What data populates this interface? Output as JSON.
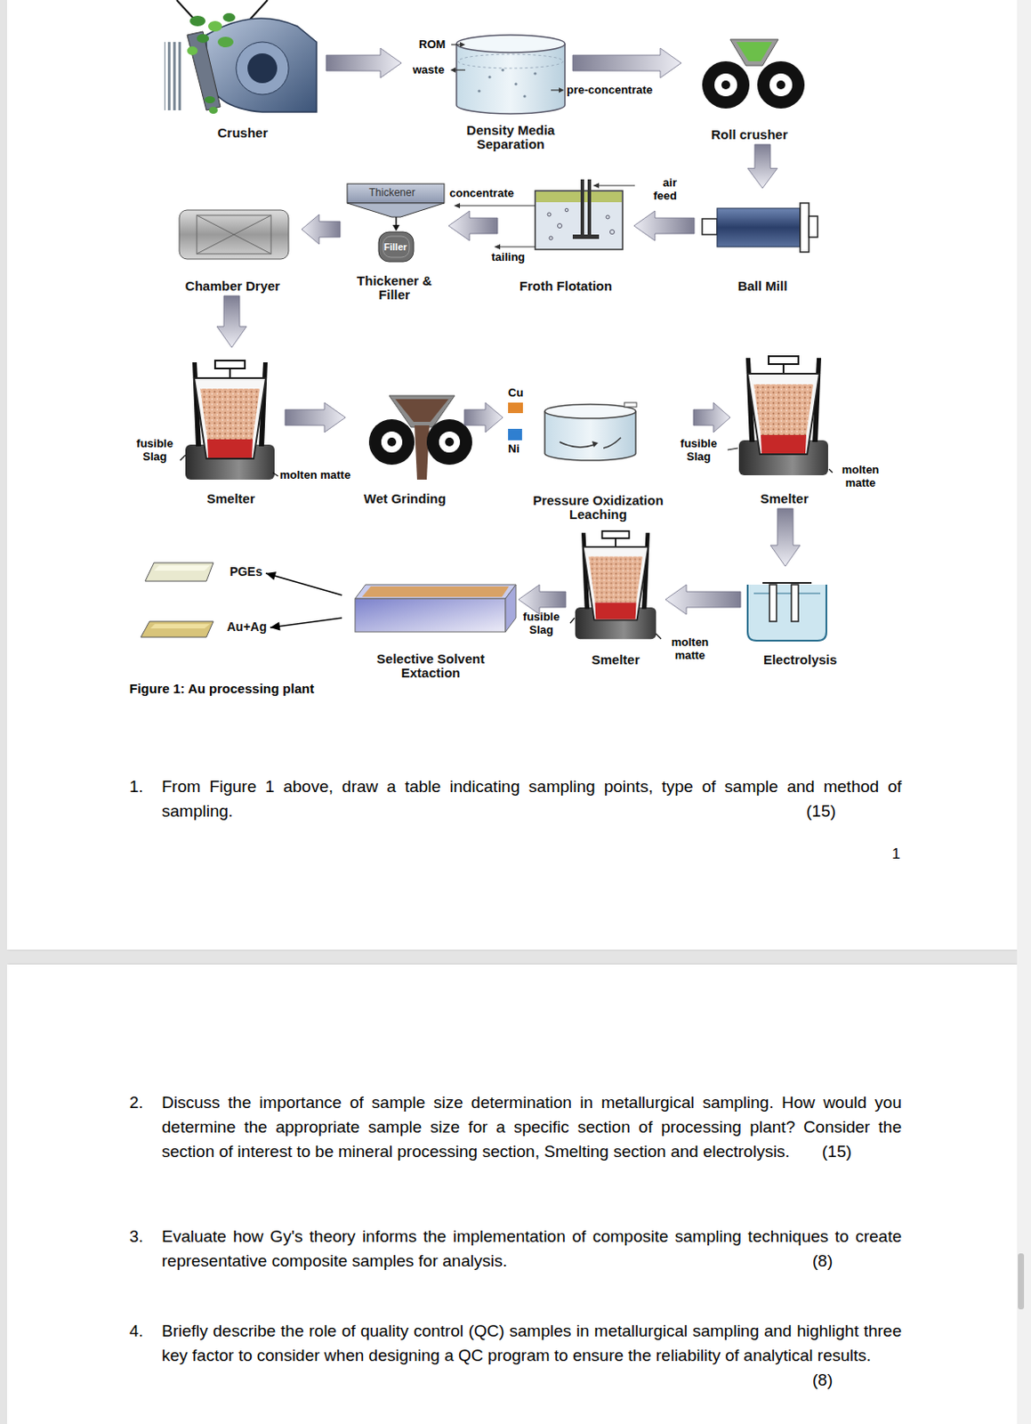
{
  "diagram": {
    "caption": "Figure 1: Au processing plant",
    "nodes": [
      {
        "text": [
          "Crusher"
        ]
      },
      {
        "text": [
          "Density Media Separation"
        ]
      },
      {
        "text": [
          "Roll crusher"
        ]
      },
      {
        "text": [
          "Ball Mill"
        ]
      },
      {
        "text": [
          "Froth Flotation"
        ]
      },
      {
        "text": [
          "Thickener & Filler"
        ]
      },
      {
        "text": [
          "Chamber Dryer"
        ]
      },
      {
        "text": [
          "Smelter"
        ]
      },
      {
        "text": [
          "Wet Grinding"
        ]
      },
      {
        "text": [
          "Pressure Oxidization Leaching"
        ]
      },
      {
        "text": [
          "Smelter"
        ]
      },
      {
        "text": [
          "Electrolysis"
        ]
      },
      {
        "text": [
          "Smelter"
        ]
      },
      {
        "text": [
          "Selective Solvent Extaction"
        ]
      },
      {
        "text": [
          "PGEs"
        ]
      },
      {
        "text": [
          "Au+Ag"
        ]
      }
    ],
    "edges": [
      {
        "from": 0,
        "to": 1,
        "arrow": "to"
      },
      {
        "from": 1,
        "to": 2,
        "arrow": "to"
      },
      {
        "from": 2,
        "to": 3,
        "arrow": "to"
      },
      {
        "from": 3,
        "to": 4,
        "arrow": "to"
      },
      {
        "from": 4,
        "to": 5,
        "arrow": "to"
      },
      {
        "from": 5,
        "to": 6,
        "arrow": "to"
      },
      {
        "from": 6,
        "to": 7,
        "arrow": "to"
      },
      {
        "from": 7,
        "to": 8,
        "arrow": "to"
      },
      {
        "from": 8,
        "to": 9,
        "arrow": "to"
      },
      {
        "from": 9,
        "to": 10,
        "arrow": "to"
      },
      {
        "from": 10,
        "to": 11,
        "arrow": "to"
      },
      {
        "from": 11,
        "to": 12,
        "arrow": "to"
      },
      {
        "from": 12,
        "to": 13,
        "arrow": "to"
      },
      {
        "from": 13,
        "to": 14,
        "arrow": "to"
      },
      {
        "from": 13,
        "to": 15,
        "arrow": "to"
      }
    ],
    "labels": [
      "ROM",
      "waste",
      "pre-concentrate",
      "Thickener",
      "Filler",
      "concentrate",
      "air feed",
      "tailing",
      "fusible Slag",
      "molten matte",
      "Cu",
      "Ni",
      "fusible Slag",
      "molten matte",
      "fusible Slag",
      "molten matte",
      "1.",
      "From Figure 1 above, draw a table indicating sampling points, type of sample and method of sampling.",
      "(15)",
      "1",
      "2.",
      "Discuss the importance of sample size determination in metallurgical sampling. How would you determine the appropriate sample size for a specific section of processing plant? Consider the section of interest to be mineral processing section, Smelting section and electrolysis.",
      "(15)",
      "3.",
      "Evaluate how Gy's theory informs the implementation of composite sampling techniques to create representative composite samples for analysis.",
      "(8)",
      "4.",
      "Briefly describe the role of quality control (QC) samples in metallurgical sampling and highlight three key factor to consider when designing a QC program to ensure the reliability of analytical results.",
      "(8)"
    ]
  }
}
